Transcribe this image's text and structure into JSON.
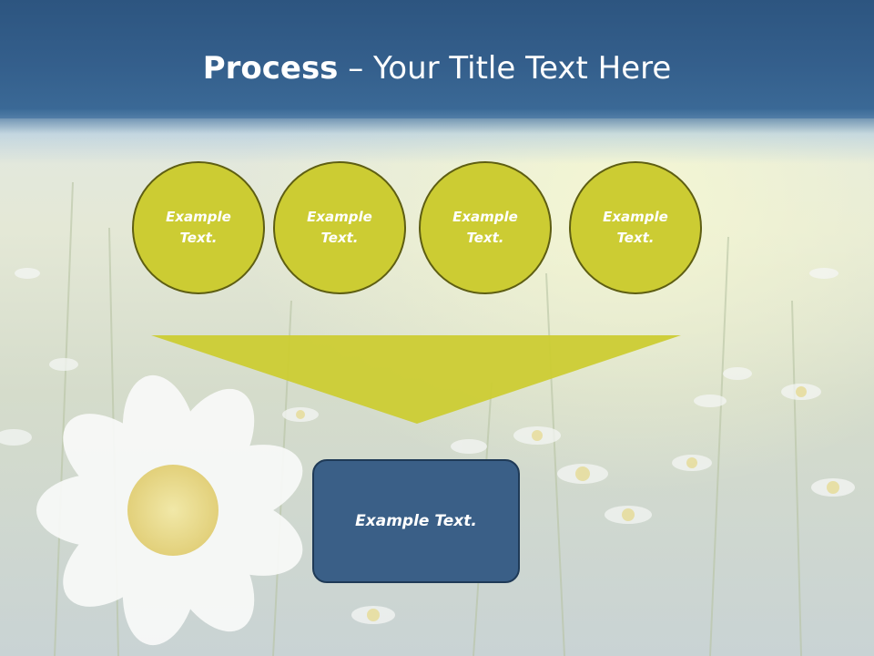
{
  "title": {
    "bold": "Process",
    "rest": " – Your Title Text Here"
  },
  "circles": [
    {
      "label": "Example\nText."
    },
    {
      "label": "Example\nText."
    },
    {
      "label": "Example\nText."
    },
    {
      "label": "Example\nText."
    }
  ],
  "result": {
    "label": "Example Text."
  },
  "colors": {
    "header": "#345f8c",
    "circle_fill": "#cccc33",
    "funnel": "#cccc33",
    "box_fill": "#3a5f87"
  }
}
